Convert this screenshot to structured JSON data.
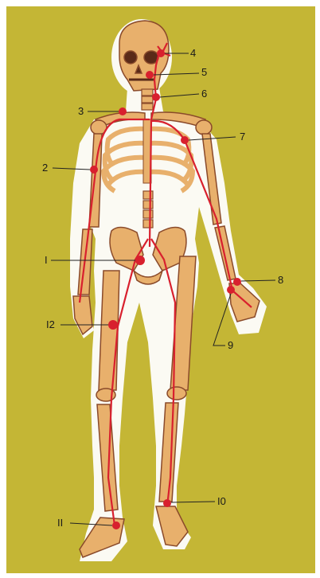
{
  "colors": {
    "background": "#c4b635",
    "silhouette": "#fbfaf3",
    "bone": "#e8b06c",
    "bone_outline": "#8a4a2a",
    "artery": "#d8202e",
    "pulse_point": "#d8202e",
    "leader_line": "#222222"
  },
  "labels": [
    {
      "id": "p4",
      "text": "4"
    },
    {
      "id": "p5",
      "text": "5"
    },
    {
      "id": "p6",
      "text": "6"
    },
    {
      "id": "p3",
      "text": "3"
    },
    {
      "id": "p7",
      "text": "7"
    },
    {
      "id": "p2",
      "text": "2"
    },
    {
      "id": "p1",
      "text": "I"
    },
    {
      "id": "p8",
      "text": "8"
    },
    {
      "id": "p12",
      "text": "I2"
    },
    {
      "id": "p9",
      "text": "9"
    },
    {
      "id": "p10",
      "text": "I0"
    },
    {
      "id": "p11",
      "text": "II"
    }
  ]
}
